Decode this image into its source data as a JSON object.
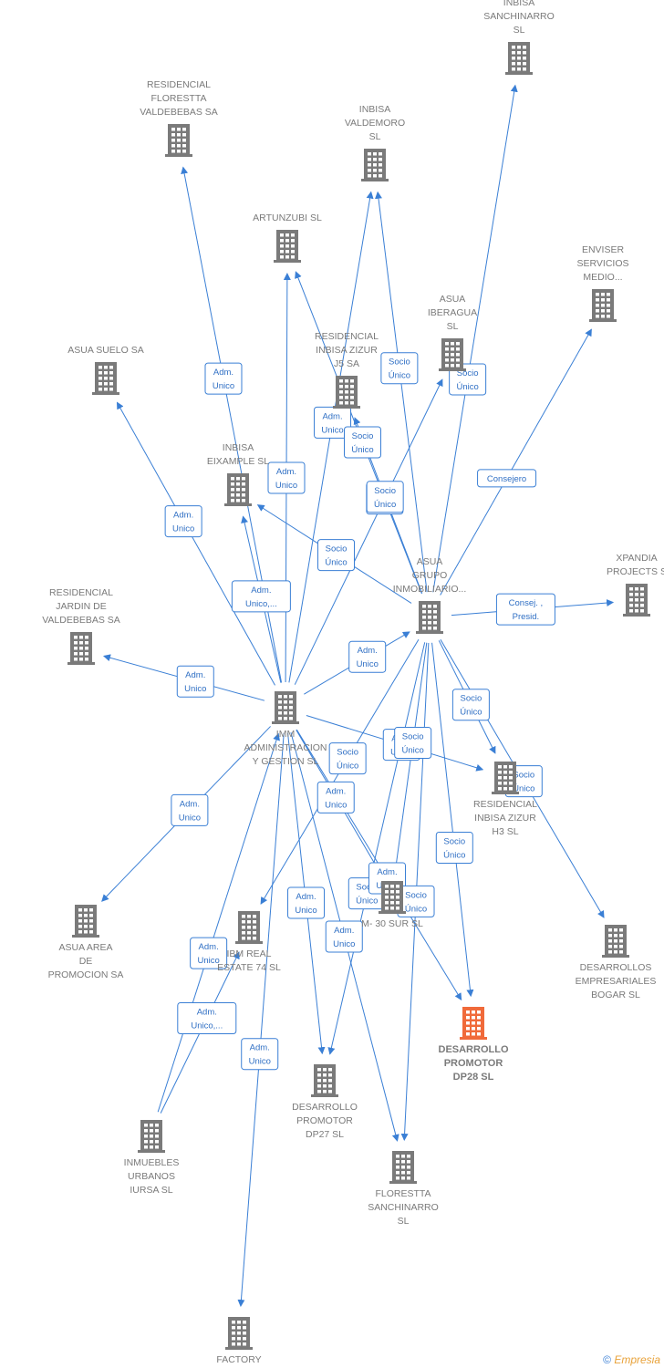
{
  "colors": {
    "edge": "#3a7fd5",
    "node": "#7a7a7a",
    "highlight": "#f06a3a",
    "badge_text": "#2f6fc4"
  },
  "copyright": {
    "symbol": "©",
    "brand": "Empresia"
  },
  "nodes": [
    {
      "id": "inbisa_sanchinarro",
      "lines": [
        "INBISA",
        "SANCHINARRO",
        "SL"
      ]
    },
    {
      "id": "residencial_florestta",
      "lines": [
        "RESIDENCIAL",
        "FLORESTTA",
        "VALDEBEBAS SA"
      ]
    },
    {
      "id": "inbisa_valdemoro",
      "lines": [
        "INBISA",
        "VALDEMORO",
        "SL"
      ]
    },
    {
      "id": "artunzubi",
      "lines": [
        "ARTUNZUBI SL"
      ]
    },
    {
      "id": "enviser",
      "lines": [
        "ENVISER",
        "SERVICIOS",
        "MEDIO..."
      ]
    },
    {
      "id": "asua_iberagua",
      "lines": [
        "ASUA",
        "IBERAGUA",
        "SL"
      ]
    },
    {
      "id": "asua_suelo",
      "lines": [
        "ASUA SUELO SA"
      ]
    },
    {
      "id": "residencial_inbisa_zizur_j5",
      "lines": [
        "RESIDENCIAL",
        "INBISA ZIZUR",
        "J5 SA"
      ]
    },
    {
      "id": "inbisa_eixample",
      "lines": [
        "INBISA",
        "EIXAMPLE SL"
      ]
    },
    {
      "id": "xpandia",
      "lines": [
        "XPANDIA",
        "PROJECTS S"
      ]
    },
    {
      "id": "asua_grupo",
      "lines": [
        "ASUA",
        "GRUPO",
        "INMOBILIARIO..."
      ]
    },
    {
      "id": "residencial_jardin",
      "lines": [
        "RESIDENCIAL",
        "JARDIN DE",
        "VALDEBEBAS SA"
      ]
    },
    {
      "id": "imm",
      "lines": [
        "IMM",
        "ADMINISTRACION",
        "Y GESTION SL"
      ]
    },
    {
      "id": "residencial_inbisa_zizur_h3",
      "lines": [
        "RESIDENCIAL",
        "INBISA ZIZUR",
        "H3 SL"
      ]
    },
    {
      "id": "asua_area",
      "lines": [
        "ASUA AREA",
        "DE",
        "PROMOCION SA"
      ]
    },
    {
      "id": "ibm_real",
      "lines": [
        "IBM REAL",
        "ESTATE 74 SL"
      ]
    },
    {
      "id": "m30_sur",
      "lines": [
        "M- 30 SUR SL"
      ]
    },
    {
      "id": "desarrollos_bogar",
      "lines": [
        "DESARROLLOS",
        "EMPRESARIALES",
        "BOGAR SL"
      ]
    },
    {
      "id": "dp28",
      "lines": [
        "DESARROLLO",
        "PROMOTOR",
        "DP28 SL"
      ]
    },
    {
      "id": "dp27",
      "lines": [
        "DESARROLLO",
        "PROMOTOR",
        "DP27 SL"
      ]
    },
    {
      "id": "inmuebles_iursa",
      "lines": [
        "INMUEBLES",
        "URBANOS",
        "IURSA SL"
      ]
    },
    {
      "id": "florestta_sanchinarro",
      "lines": [
        "FLORESTTA",
        "SANCHINARRO",
        "SL"
      ]
    },
    {
      "id": "factory",
      "lines": [
        "FACTORY"
      ]
    }
  ],
  "edges": [
    {
      "from": "asua_grupo",
      "to": "inbisa_sanchinarro",
      "label": [
        "Socio",
        "Único"
      ]
    },
    {
      "from": "imm",
      "to": "residencial_florestta",
      "label": [
        "Adm.",
        "Unico"
      ]
    },
    {
      "from": "asua_grupo",
      "to": "inbisa_valdemoro",
      "label": [
        "Socio",
        "Único"
      ]
    },
    {
      "from": "imm",
      "to": "inbisa_valdemoro",
      "label": [
        "Adm.",
        "Unico"
      ]
    },
    {
      "from": "imm",
      "to": "artunzubi",
      "label": [
        "Adm.",
        "Unico"
      ]
    },
    {
      "from": "asua_grupo",
      "to": "artunzubi",
      "label": [
        "Socio",
        "Único"
      ]
    },
    {
      "from": "asua_grupo",
      "to": "enviser",
      "label": [
        "Consejero"
      ]
    },
    {
      "from": "imm",
      "to": "asua_iberagua",
      "label": [
        "Adm.",
        "Unico"
      ]
    },
    {
      "from": "imm",
      "to": "asua_suelo",
      "label": [
        "Adm.",
        "Unico"
      ]
    },
    {
      "from": "asua_grupo",
      "to": "residencial_inbisa_zizur_j5",
      "label": [
        "Socio",
        "Único"
      ]
    },
    {
      "from": "imm",
      "to": "inbisa_eixample",
      "label": [
        "Adm.",
        "Unico,..."
      ]
    },
    {
      "from": "asua_grupo",
      "to": "inbisa_eixample",
      "label": [
        "Socio",
        "Único"
      ]
    },
    {
      "from": "asua_grupo",
      "to": "xpandia",
      "label": [
        "Consej. ,",
        "Presid."
      ]
    },
    {
      "from": "imm",
      "to": "residencial_jardin",
      "label": [
        "Adm.",
        "Unico"
      ]
    },
    {
      "from": "imm",
      "to": "asua_grupo",
      "label": [
        "Adm.",
        "Unico"
      ]
    },
    {
      "from": "asua_grupo",
      "to": "residencial_inbisa_zizur_h3",
      "label": [
        "Socio",
        "Único"
      ]
    },
    {
      "from": "imm",
      "to": "residencial_inbisa_zizur_h3",
      "label": [
        "Adm.",
        "Unico"
      ]
    },
    {
      "from": "asua_grupo",
      "to": "desarrollos_bogar",
      "label": [
        "Socio",
        "Único"
      ]
    },
    {
      "from": "imm",
      "to": "asua_area",
      "label": [
        "Adm.",
        "Unico"
      ]
    },
    {
      "from": "asua_grupo",
      "to": "ibm_real",
      "label": [
        "Socio",
        "Único"
      ]
    },
    {
      "from": "inmuebles_iursa",
      "to": "imm",
      "label": [
        "Adm.",
        "Unico"
      ]
    },
    {
      "from": "inmuebles_iursa",
      "to": "ibm_real",
      "label": [
        "Adm.",
        "Unico,..."
      ]
    },
    {
      "from": "imm",
      "to": "factory",
      "label": [
        "Adm.",
        "Unico"
      ]
    },
    {
      "from": "imm",
      "to": "dp27",
      "label": [
        "Adm.",
        "Unico"
      ]
    },
    {
      "from": "imm",
      "to": "florestta_sanchinarro",
      "label": [
        "Adm.",
        "Unico"
      ]
    },
    {
      "from": "imm",
      "to": "m30_sur",
      "label": [
        "Adm.",
        "Unico"
      ]
    },
    {
      "from": "asua_grupo",
      "to": "m30_sur",
      "label": [
        "Socio",
        "Único"
      ]
    },
    {
      "from": "asua_grupo",
      "to": "dp27",
      "label": [
        "Socio",
        "Único"
      ]
    },
    {
      "from": "asua_grupo",
      "to": "dp28",
      "label": [
        "Socio",
        "Único"
      ]
    },
    {
      "from": "imm",
      "to": "dp28",
      "label": [
        "Adm.",
        "Unico"
      ]
    },
    {
      "from": "asua_grupo",
      "to": "florestta_sanchinarro",
      "label": [
        "Socio",
        "Único"
      ]
    }
  ]
}
